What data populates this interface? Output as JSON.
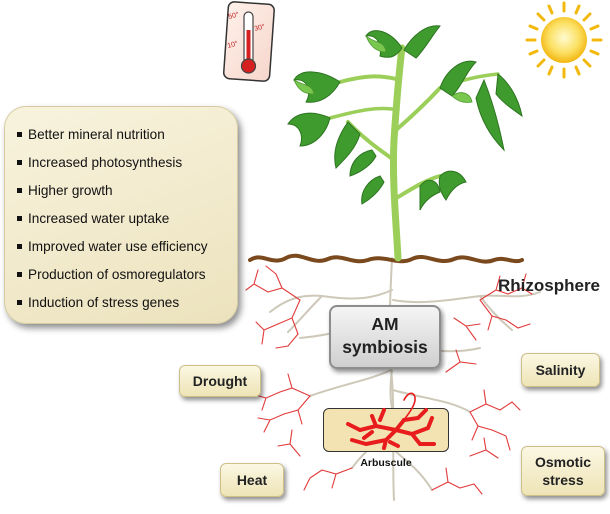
{
  "benefits": {
    "items": [
      "Better mineral nutrition",
      "Increased photosynthesis",
      "Higher growth",
      "Increased water uptake",
      "Improved water use efficiency",
      "Production of osmoregulators",
      "Induction of stress genes"
    ]
  },
  "rhizosphere_label": "Rhizosphere",
  "am_symbiosis": {
    "line1": "AM",
    "line2": "symbiosis"
  },
  "stresses": {
    "drought": "Drought",
    "salinity": "Salinity",
    "heat": "Heat",
    "osmotic_line1": "Osmotic",
    "osmotic_line2": "stress"
  },
  "arbuscule_label": "Arbuscule",
  "thermometer": {
    "scale_labels": [
      "50°",
      "30°",
      "10°"
    ]
  },
  "colors": {
    "soil_line": "#7a4a1e",
    "hyphae": "#e23a3a",
    "roots": "#cdc8b8",
    "leaf": "#3f9b2e",
    "leaf_light": "#7ac74f",
    "stem": "#9bcf5a",
    "sun": "#f7c414",
    "arbuscule": "#e81c1c",
    "box_fill": "#f3ecd0"
  },
  "icons": {
    "thermometer": "thermometer-icon",
    "sun": "sun-icon"
  }
}
